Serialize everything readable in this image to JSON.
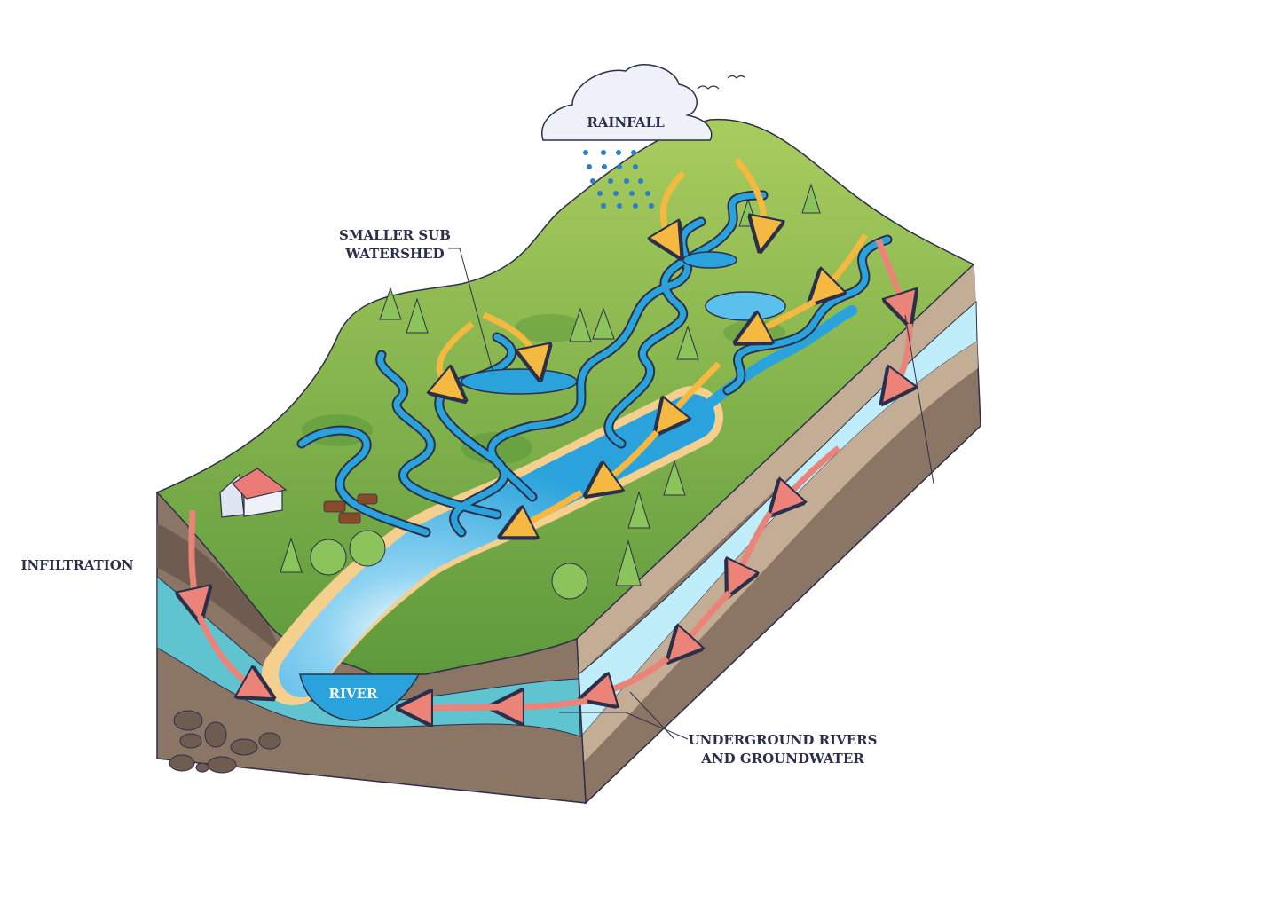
{
  "title": "Watershed diagram",
  "labels": {
    "rainfall": "RAINFALL",
    "sub_watershed_line1": "SMALLER SUB",
    "sub_watershed_line2": "WATERSHED",
    "infiltration": "INFILTRATION",
    "river": "RIVER",
    "groundwater_line1": "UNDERGROUND RIVERS",
    "groundwater_line2": "AND GROUNDWATER"
  },
  "colors": {
    "grass": "#7fb548",
    "grass_dark": "#5e9a3c",
    "water": "#2aa3dc",
    "groundwater": "#bfeefa",
    "soil": "#8b7565",
    "soil_light": "#c4ad95",
    "surface_arrow": "#f5b841",
    "ground_arrow": "#ec8378",
    "text": "#2c2f4a"
  }
}
